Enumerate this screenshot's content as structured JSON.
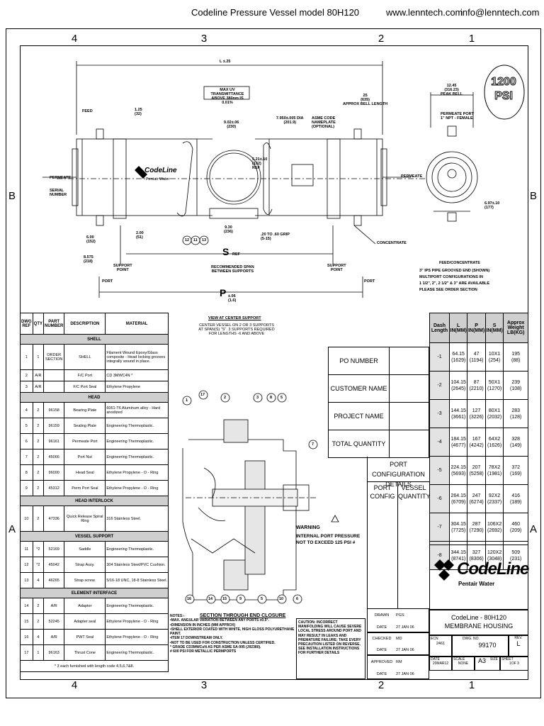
{
  "header": {
    "title": "Codeline Pressure Vessel model 80H120",
    "website": "www.lenntech.com",
    "email": "info@lenntech.com"
  },
  "zones": {
    "top": [
      "4",
      "3",
      "2",
      "1"
    ],
    "bottom": [
      "4",
      "3",
      "2",
      "1"
    ],
    "side": [
      "B",
      "A"
    ]
  },
  "badge": {
    "line1": "1200",
    "line2": "PSI"
  },
  "drawing_labels": {
    "overall_dim": "L ±.25",
    "max_uv": "MAX UV TRANSMITTANCE\nABOVE 380nm IS 0.01%",
    "feed": "FEED",
    "dim_125": "1.25\n(32)",
    "dim_902": "9.02±.06\n(230)",
    "dim_795": "7.950±.005 DIA\n(201.9)",
    "asme": "ASME CODE\nNAMEPLATE\n(OPTIONAL)",
    "dim_25": "25\n(635)\nAPPROX BELL LENGTH",
    "dim_1245": "12.45\n(316.23)\nPEAK BELL",
    "permeate_port": "PERMEATE PORT\n1\" NPT - FEMALE",
    "dim_521": "5.21±.10\n(132)\nREF",
    "permeate_left": "PERMEATE",
    "permeate_right": "PERMEATE",
    "serial": "SERIAL\nNUMBER",
    "dim_600": "6.00\n(152)",
    "dim_200": "2.00\n(51)",
    "dim_930": "9.30\n(236)",
    "grip": ".20 TO .60 GRIP\n(5-15)",
    "dim_697": "6.97±.10\n(177)",
    "dim_8575": "8.575\n(218)",
    "concentrate": "CONCENTRATE",
    "support_left": "SUPPORT\nPOINT",
    "s_ref": "S",
    "s_ref_sub": "REF",
    "span": "RECOMMENDED SPAN\nBETWEEN SUPPORTS",
    "support_right": "SUPPORT\nPOINT",
    "feed_conc": "FEED/CONCENTRATE",
    "ips": "3\" IPS PIPE GROOVED END (SHOWN)\nMULTIPORT CONFIGURATIONS IN\n1 1/2\", 2\", 2 1/2\" & 3\" ARE AVAILABLE\nPLEASE SEE ORDER SECTION",
    "port_left": "PORT",
    "port_right": "PORT",
    "p_dim": "P",
    "p_sub": "±.06\n(1.6)",
    "callouts": [
      "12",
      "11",
      "13"
    ],
    "brand": "CodeLine",
    "brand_sub": "Pentair Water"
  },
  "support_view": {
    "title": "VIEW AT CENTER SUPPORT",
    "text": "CENTER VESSEL ON 2 OR 3 SUPPORTS\nAT SPAN(S) \"S\". 3 SUPPORTS REQUIRED\nFOR LENGTHS -6 AND ABOVE"
  },
  "section": {
    "title": "SECTION THROUGH END CLOSURE",
    "callouts_top": [
      "1",
      "17",
      "2",
      "3",
      "8",
      "5"
    ],
    "callout_right": "7",
    "callouts_bottom": [
      "16",
      "14",
      "15",
      "9",
      "5",
      "10",
      "6"
    ],
    "callout_left": "1",
    "warning": "WARNING",
    "warning_text": "INTERNAL PORT PRESSURE\nNOT TO EXCEED 125 PSI #"
  },
  "parts_table": {
    "headers": [
      "DWG REF",
      "QTY",
      "PART NUMBER",
      "DESCRIPTION",
      "MATERIAL"
    ],
    "groups": [
      {
        "name": "SHELL",
        "rows": [
          {
            "ref": "1",
            "qty": "1",
            "part": "ORDER SECTION",
            "desc": "SHELL",
            "mat": "Filament Wound Epoxy/Glass composite - Head locking grooves integrally wound in place."
          },
          {
            "ref": "2",
            "qty": "A/R",
            "part": "",
            "desc": "F/C Port",
            "mat": "CD 3MWC4N *"
          },
          {
            "ref": "3",
            "qty": "A/R",
            "part": "",
            "desc": "F/C Port Seal",
            "mat": "Ethylene Propylene"
          }
        ]
      },
      {
        "name": "HEAD",
        "rows": [
          {
            "ref": "4",
            "qty": "2",
            "part": "96158",
            "desc": "Bearing Plate",
            "mat": "6061-T6 Aluminum alloy - Hard anodized"
          },
          {
            "ref": "5",
            "qty": "2",
            "part": "96159",
            "desc": "Sealing Plate",
            "mat": "Engineering Thermoplastic."
          },
          {
            "ref": "6",
            "qty": "2",
            "part": "96161",
            "desc": "Permeate Port",
            "mat": "Engineering Thermoplastic."
          },
          {
            "ref": "7",
            "qty": "2",
            "part": "45066",
            "desc": "Port Nut",
            "mat": "Engineering Thermoplastic."
          },
          {
            "ref": "8",
            "qty": "2",
            "part": "96000",
            "desc": "Head Seal",
            "mat": "Ethylene Propylene - O - Ring"
          },
          {
            "ref": "9",
            "qty": "2",
            "part": "45312",
            "desc": "Perm Port Seal",
            "mat": "Ethylene Propylene - O - Ring"
          }
        ]
      },
      {
        "name": "HEAD INTERLOCK",
        "rows": [
          {
            "ref": "10",
            "qty": "2",
            "part": "47336",
            "desc": "Quick Release Spiral Ring",
            "mat": "316 Stainless Steel."
          }
        ]
      },
      {
        "name": "VESSEL SUPPORT",
        "rows": [
          {
            "ref": "11",
            "qty": "*2",
            "part": "52169",
            "desc": "Saddle",
            "mat": "Engineering Thermoplastic."
          },
          {
            "ref": "12",
            "qty": "*2",
            "part": "45042",
            "desc": "Strap Assy.",
            "mat": "304 Stainless Steel/PVC Cushion."
          },
          {
            "ref": "13",
            "qty": "4",
            "part": "46265",
            "desc": "Strap screw.",
            "mat": "5/16-18 UNC, 18-8 Stainless Steel."
          }
        ]
      },
      {
        "name": "ELEMENT INTERFACE",
        "rows": [
          {
            "ref": "14",
            "qty": "2",
            "part": "A/R",
            "desc": "Adapter",
            "mat": "Engineering Thermoplastic."
          },
          {
            "ref": "15",
            "qty": "2",
            "part": "52245",
            "desc": "Adapter seal",
            "mat": "Ethylene Propylene - O - Ring"
          },
          {
            "ref": "16",
            "qty": "4",
            "part": "A/R",
            "desc": "PWT Seal",
            "mat": "Ethylene Propylene - O - Ring"
          },
          {
            "ref": "17",
            "qty": "1",
            "part": "96163",
            "desc": "Thrust Cone",
            "mat": "Engineering Thermoplastic."
          }
        ]
      }
    ],
    "footnote": "* 3 each furnished with length code 4,5,6,7&8."
  },
  "po_table": {
    "rows": [
      "PO NUMBER",
      "CUSTOMER NAME",
      "PROJECT NAME",
      "TOTAL QUANTITY"
    ]
  },
  "port_config": {
    "title": "PORT CONFIGURATION DETAILS",
    "col1": "PORT CONFIG",
    "col2": "VESSEL QUANTITY"
  },
  "dash_table": {
    "headers": [
      "Dash Length",
      "L IN(MM)",
      "P IN(MM)",
      "S IN(MM)",
      "Approx Weight LB(KG)"
    ],
    "rows": [
      {
        "dash": "-1",
        "L": "64.15",
        "Lmm": "(1629)",
        "P": "47",
        "Pmm": "(1194)",
        "S": "10X1",
        "Smm": "(254)",
        "W": "195",
        "Wkg": "(88)"
      },
      {
        "dash": "-2",
        "L": "104.15",
        "Lmm": "(2645)",
        "P": "87",
        "Pmm": "(2210)",
        "S": "50X1",
        "Smm": "(1270)",
        "W": "239",
        "Wkg": "(108)"
      },
      {
        "dash": "-3",
        "L": "144.15",
        "Lmm": "(3661)",
        "P": "127",
        "Pmm": "(3226)",
        "S": "80X1",
        "Smm": "(2032)",
        "W": "283",
        "Wkg": "(128)"
      },
      {
        "dash": "-4",
        "L": "184.15",
        "Lmm": "(4677)",
        "P": "167",
        "Pmm": "(4242)",
        "S": "64X2",
        "Smm": "(1626)",
        "W": "328",
        "Wkg": "(149)"
      },
      {
        "dash": "-5",
        "L": "224.15",
        "Lmm": "(5693)",
        "P": "207",
        "Pmm": "(5258)",
        "S": "78X2",
        "Smm": "(1981)",
        "W": "372",
        "Wkg": "(169)"
      },
      {
        "dash": "-6",
        "L": "264.15",
        "Lmm": "(6709)",
        "P": "247",
        "Pmm": "(6274)",
        "S": "92X2",
        "Smm": "(2337)",
        "W": "416",
        "Wkg": "(189)"
      },
      {
        "dash": "-7",
        "L": "304.15",
        "Lmm": "(7725)",
        "P": "287",
        "Pmm": "(7290)",
        "S": "106X2",
        "Smm": "(2692)",
        "W": "460",
        "Wkg": "(209)"
      },
      {
        "dash": "-8",
        "L": "344.15",
        "Lmm": "(8741)",
        "P": "327",
        "Pmm": "(8306)",
        "S": "120X2",
        "Smm": "(3048)",
        "W": "509",
        "Wkg": "(231)"
      }
    ]
  },
  "logo": {
    "brand": "CodeLine",
    "sub": "Pentair Water"
  },
  "notes": {
    "title": "NOTES:-",
    "lines": [
      "•MAX. ANGULAR VARIATION BETWEEN ANY PORTS  ±0.5°.",
      "•DIMENSION IN INCHES (MM APPROX)",
      "•SHELL EXTERIOR COATED WITH WHITE, HIGH GLOSS POLYURETHANE PAINT.",
      "•ITEM 17 DOWNSTREAM ONLY.",
      "•NOT TO BE USED FOR CONSTRUCTION UNLESS CERTIFIED.",
      "* GRADE CD3MWCuN AS PER ASME  SA-995 (J92380).",
      "# 600 PSI FOR METALLIC PERMPORTS"
    ]
  },
  "caution": "CAUTION: INCORRECT MANIFOLDING WILL CAUSE SEVERE LOCAL STRESS AROUND PORT AND MAY RESULT IN LEAKS AND PREMATURE FAILURE; TAKE EVERY PRECAUTION LISTED ON REVERSE, SEE INSTALLATION INSTRUCTIONS FOR FURTHER DETAILS",
  "title_block": {
    "drawn": "DRAWN",
    "drawn_by": "PGS",
    "date1": "DATE",
    "date1_v": "27 JAN 06",
    "checked": "CHECKED",
    "checked_by": "MD",
    "date2": "DATE",
    "date2_v": "27 JAN 06",
    "approved": "APPROVED",
    "approved_by": "RM",
    "date3": "DATE",
    "date3_v": "27 JAN 06",
    "title1": "CodeLine - 80H120",
    "title2": "MEMBRANE HOUSING",
    "ecn": "ECN",
    "ecn_v": "2461",
    "dwg_no": "DWG. NO.",
    "dwg_no_v": "99170",
    "rev": "REV.",
    "rev_v": "L",
    "date": "DATE",
    "date_v": "20MAR12",
    "scale": "SCALE",
    "scale_v": "NONE",
    "size": "SIZE",
    "size_v": "A3",
    "sheet": "SHEET",
    "sheet_v": "1OF 3"
  }
}
